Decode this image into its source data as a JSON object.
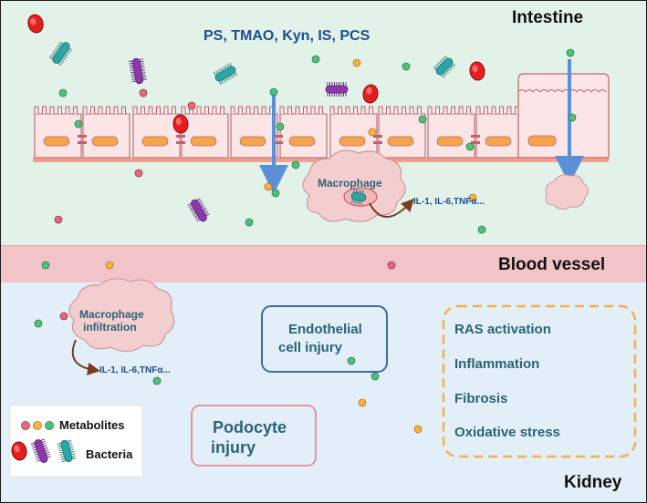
{
  "intestine": {
    "label": "Intestine",
    "metabolites_text": "PS, TMAO, Kyn, IS, PCS",
    "macrophage_label": "Macrophage",
    "cytokines": "IL-1, IL-6,TNFα..."
  },
  "blood_vessel": {
    "label": "Blood vessel"
  },
  "kidney": {
    "label": "Kidney",
    "macrophage_label_1": "Macrophage",
    "macrophage_label_2": "infiltration",
    "cytokines": "IL-1, IL-6,TNFα...",
    "endothelial_1": "Endothelial",
    "endothelial_2": "cell injury",
    "podocyte_1": "Podocyte",
    "podocyte_2": "injury",
    "effects": [
      "RAS activation",
      "Inflammation",
      "Fibrosis",
      "Oxidative stress"
    ]
  },
  "legend": {
    "metabolites": "Metabolites",
    "bacteria": "Bacteria"
  },
  "colors": {
    "intestine_bg": "#e2f2e9",
    "blood_bg": "#f2c3c9",
    "kidney_bg": "#e2eef8",
    "cell_fill": "#fbe5e6",
    "cell_stroke": "#c2616d",
    "nucleus": "#f4a54a",
    "arrow_blue": "#5b8fd6",
    "arrow_brown": "#7a3b1e",
    "text_blue": "#1f4e8c",
    "dashed_orange": "#f5b04d"
  }
}
